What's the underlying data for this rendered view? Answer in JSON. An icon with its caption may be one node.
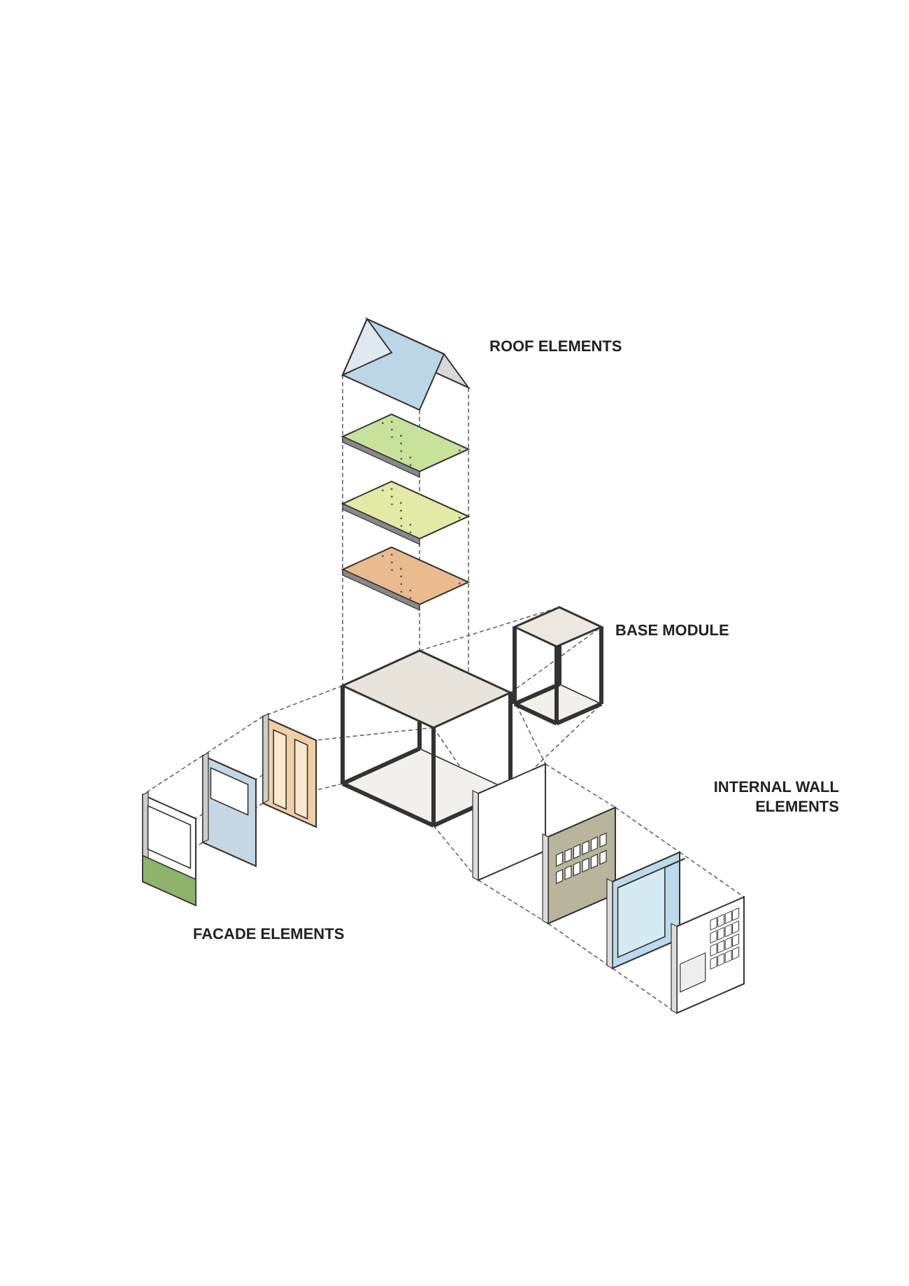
{
  "diagram": {
    "labels": [
      "ROOF ELEMENTS",
      "BASE MODULE",
      "INTERNAL WALL ELEMENTS",
      "FACADE ELEMENTS"
    ]
  }
}
